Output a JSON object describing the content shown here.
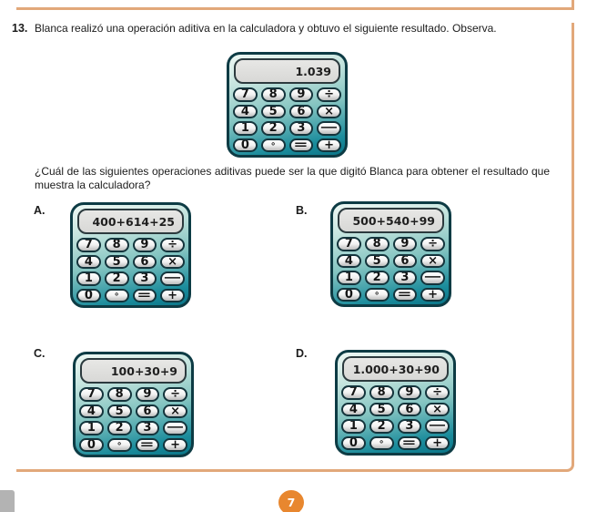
{
  "question": {
    "number": "13.",
    "intro": "Blanca realizó una operación aditiva en la calculadora y obtuvo el siguiente resultado. Observa.",
    "prompt": "¿Cuál de las siguientes operaciones aditivas puede ser la que digitó Blanca para obtener el resultado que muestra la calculadora?"
  },
  "main_calculator": {
    "display": "1.039"
  },
  "options": [
    {
      "label": "A.",
      "display": "400+614+25"
    },
    {
      "label": "B.",
      "display": "500+540+99"
    },
    {
      "label": "C.",
      "display": "100+30+9"
    },
    {
      "label": "D.",
      "display": "1.000+30+90"
    }
  ],
  "calculator": {
    "keys": [
      [
        "7",
        "8",
        "9",
        "÷"
      ],
      [
        "4",
        "5",
        "6",
        "×"
      ],
      [
        "1",
        "2",
        "3",
        "−"
      ],
      [
        "0",
        "∘",
        "=",
        "+"
      ]
    ]
  },
  "footer": {
    "page_number": "7"
  },
  "colors": {
    "frame_orange": "#e2a87a",
    "calculator_teal": "#0e7f8f",
    "calculator_border": "#0d3b44",
    "display_bg": "#dcdcdc",
    "badge_orange": "#e8872f",
    "side_tab_gray": "#b3b3b3"
  }
}
